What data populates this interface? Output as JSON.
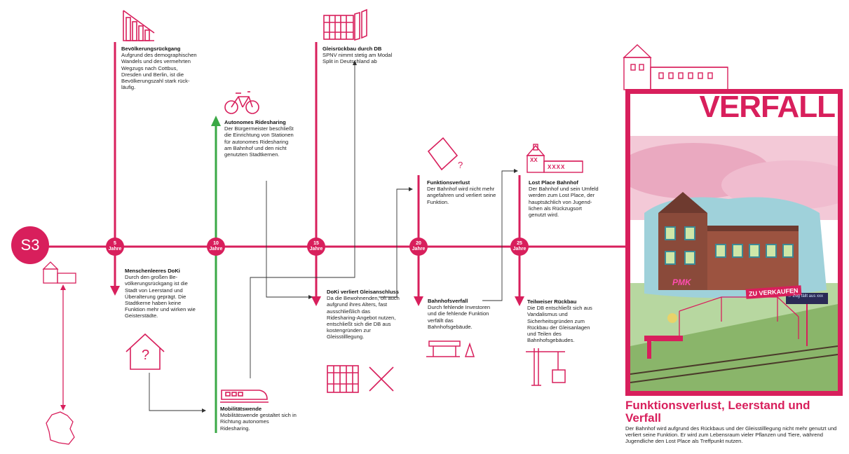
{
  "start": {
    "label": "S3"
  },
  "markers": [
    {
      "num": "5",
      "unit": "Jahre"
    },
    {
      "num": "10",
      "unit": "Jahre"
    },
    {
      "num": "15",
      "unit": "Jahre"
    },
    {
      "num": "20",
      "unit": "Jahre"
    },
    {
      "num": "25",
      "unit": "Jahre"
    }
  ],
  "events": {
    "bevoelkerung": {
      "title": "Bevölkerungsrückgang",
      "text": "Aufgrund des demogra­phischen Wandels und des vermehrten Wegzugs nach Cottbus, Dresden und Berlin, ist die Bevöl­kerungszahl stark rück­läufig."
    },
    "menschenleer": {
      "title": "Menschenleeres DoKi",
      "text": "Durch den großen Be­völkerungsrückgang ist die Stadt von Leerstand und Überalterung ge­prägt. Die Stadtkerne haben keine Funktion mehr und wirken wie Geisterstädte."
    },
    "ridesharing": {
      "title": "Autonomes Ridesharing",
      "text": "Der Bürgermeister beschließt die Einrich­tung von Stationen für autonomes Ridesha­ring am Bahnhof und den nicht genutzten Stadtkernen."
    },
    "mobilitaet": {
      "title": "Mobilitätswende",
      "text": "Mobilitätswende ge­staltet sich in Richtung autonomes Ridesharing."
    },
    "gleisrueckbau": {
      "title": "Gleisrückbau durch DB",
      "text": "SPNV nimmt stetig am Modal Split in Deutsch­land ab"
    },
    "gleisanschluss": {
      "title": "DoKi verliert Gleisanschluss",
      "text": "Da die Bewohnenden, oft auch aufgrund ihres Alters, fast ausschließ­lich das Ridesharing-Angebot nutzen, ent­schließt sich die DB aus kostengründen zur Gleisstilllegung."
    },
    "funktionsverlust": {
      "title": "Funktionsverlust",
      "text": "Der Bahnhof wird nicht mehr angefahren und verliert seine Funktion."
    },
    "bahnhofsverfall": {
      "title": "Bahnhofsverfall",
      "text": "Durch fehlende Inves­toren und die fehlende Funktion verfällt das Bahnhofsgebäude."
    },
    "lostplace": {
      "title": "Lost Place Bahnhof",
      "text": "Der Bahnhof und sein Umfeld werden zum Lost Place, der haupt­sächlich von Jugend­lichen als Rückzugsort genutzt wird."
    },
    "rueckbau": {
      "title": "Teilweiser Rückbau",
      "text": "Die DB entschließt sich aus Vandalismus und Sicherheitsgründen zum Rückbau der Gleis­anlagen und Teilen des Bahnhofsgebäudes."
    }
  },
  "icons": {
    "qmark1": "?",
    "qmark2": "?",
    "window_x": "XX",
    "window_xxxx": "XXXX"
  },
  "illustration": {
    "heading": "VERFALL",
    "sign": "ZU VERKAUFEN",
    "graffiti": "PMK",
    "display": "→ Zug fällt aus xxx"
  },
  "panel": {
    "title": "Funktionsverlust, Leerstand und Verfall",
    "text": "Der Bahnhof wird aufgrund des Rückbaus und der Gleisstilllegung nicht mehr genutzt und verliert seine Funktion. Er wird zum Lebens­raum vieler Pflanzen und Tiere, während Jugendliche den Lost Place als Treffpunkt nutzen."
  },
  "colors": {
    "accent": "#d81f5c",
    "green": "#3aa845"
  }
}
